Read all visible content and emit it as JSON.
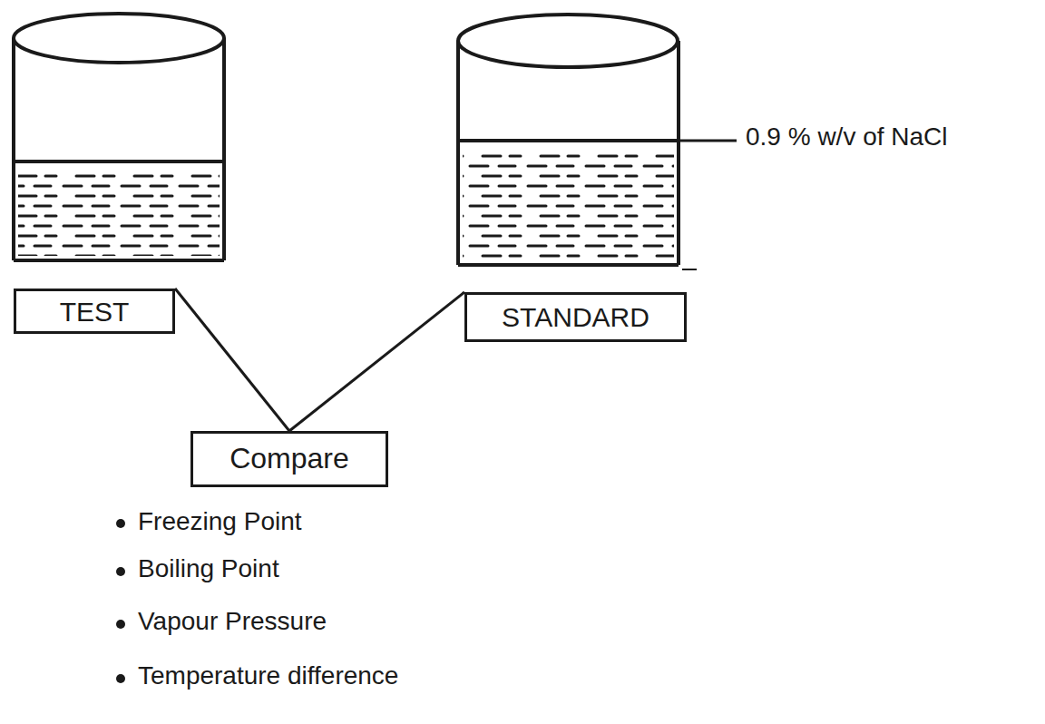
{
  "diagram": {
    "nodes": [
      {
        "text": [
          "TEST"
        ]
      },
      {
        "text": [
          "STANDARD"
        ]
      },
      {
        "text": [
          "Compare"
        ]
      }
    ],
    "edges": [
      {
        "from": 0,
        "to": 2,
        "arrow": "none"
      },
      {
        "from": 1,
        "to": 2,
        "arrow": "none"
      }
    ],
    "labels": [
      "0.9 % w/v of NaCl",
      "Freezing Point",
      "Boiling Point",
      "Vapour Pressure",
      "Temperature difference"
    ]
  }
}
